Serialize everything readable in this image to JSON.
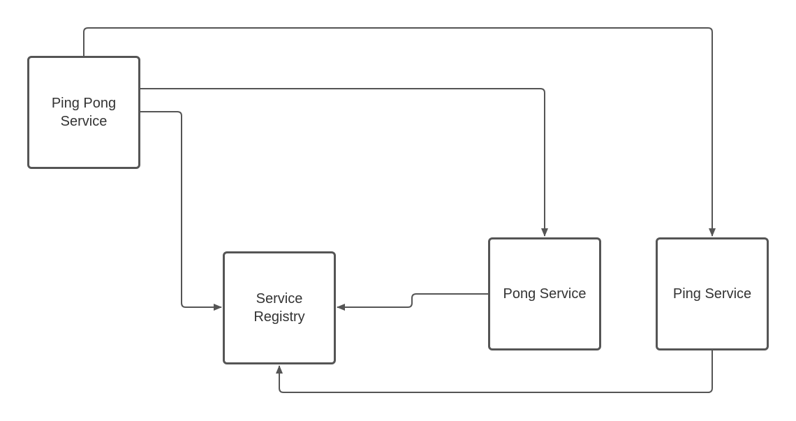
{
  "diagram": {
    "nodes": [
      {
        "id": "ping-pong-service",
        "label": "Ping Pong\nService"
      },
      {
        "id": "service-registry",
        "label": "Service\nRegistry"
      },
      {
        "id": "pong-service",
        "label": "Pong Service"
      },
      {
        "id": "ping-service",
        "label": "Ping Service"
      }
    ],
    "edges": [
      {
        "from": "ping-pong-service",
        "to": "ping-service"
      },
      {
        "from": "ping-pong-service",
        "to": "pong-service"
      },
      {
        "from": "ping-pong-service",
        "to": "service-registry"
      },
      {
        "from": "pong-service",
        "to": "service-registry"
      },
      {
        "from": "ping-service",
        "to": "service-registry"
      }
    ],
    "colors": {
      "line": "#555555",
      "border": "#555555",
      "text": "#333333"
    }
  }
}
